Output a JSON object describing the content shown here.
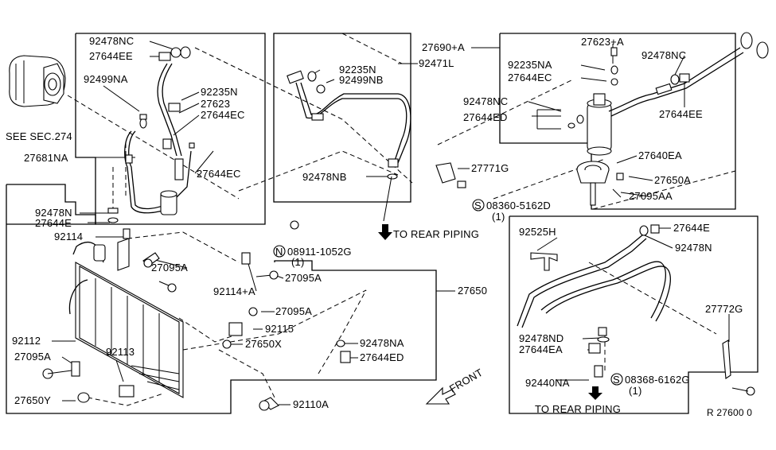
{
  "labels": {
    "see_sec": "SEE SEC.274",
    "p27681NA": "27681NA",
    "p92478NC_a": "92478NC",
    "p27644EE_a": "27644EE",
    "p92499NA": "92499NA",
    "p92235N_a": "92235N",
    "p27623": "27623",
    "p27644EC_a": "27644EC",
    "p27644EC_b": "27644EC",
    "p92235N_b": "92235N",
    "p92499NB": "92499NB",
    "p92471L": "92471L",
    "p92478NB": "92478NB",
    "to_rear_1": "TO REAR PIPING",
    "p27690A": "27690+A",
    "p27623A": "27623+A",
    "p92235NA": "92235NA",
    "p27644EC_c": "27644EC",
    "p92478NC_b": "92478NC",
    "p27644ED_a": "27644ED",
    "p92478NC_c": "92478NC",
    "p27644EE_b": "27644EE",
    "p27640EA": "27640EA",
    "p27650A": "27650A",
    "p27095AA": "27095AA",
    "p27771G": "27771G",
    "s08360": "08360-5162D",
    "s08360_q": "(1)",
    "p92478N_a": "92478N",
    "p27644E_a": "27644E",
    "p92114": "92114",
    "p27095A_a": "27095A",
    "p92114A": "92114+A",
    "p27095A_b": "27095A",
    "n08911": "08911-1052G",
    "n08911_q": "(1)",
    "p27650": "27650",
    "p27095A_c": "27095A",
    "p92115": "92115",
    "p27650X": "27650X",
    "p92478NA": "92478NA",
    "p27644ED_b": "27644ED",
    "p92112": "92112",
    "p27095A_d": "27095A",
    "p92113": "92113",
    "p27650Y": "27650Y",
    "p92110A": "92110A",
    "front": "FRONT",
    "p92525H": "92525H",
    "p27644E_b": "27644E",
    "p92478N_b": "92478N",
    "p92478ND": "92478ND",
    "p27644EA": "27644EA",
    "p92440NA": "92440NA",
    "s08368": "08368-6162G",
    "s08368_q": "(1)",
    "to_rear_2": "TO REAR PIPING",
    "p27772G": "27772G",
    "diagram_code": "R 27600 0"
  },
  "symbols": {
    "n": "N",
    "s": "S"
  }
}
